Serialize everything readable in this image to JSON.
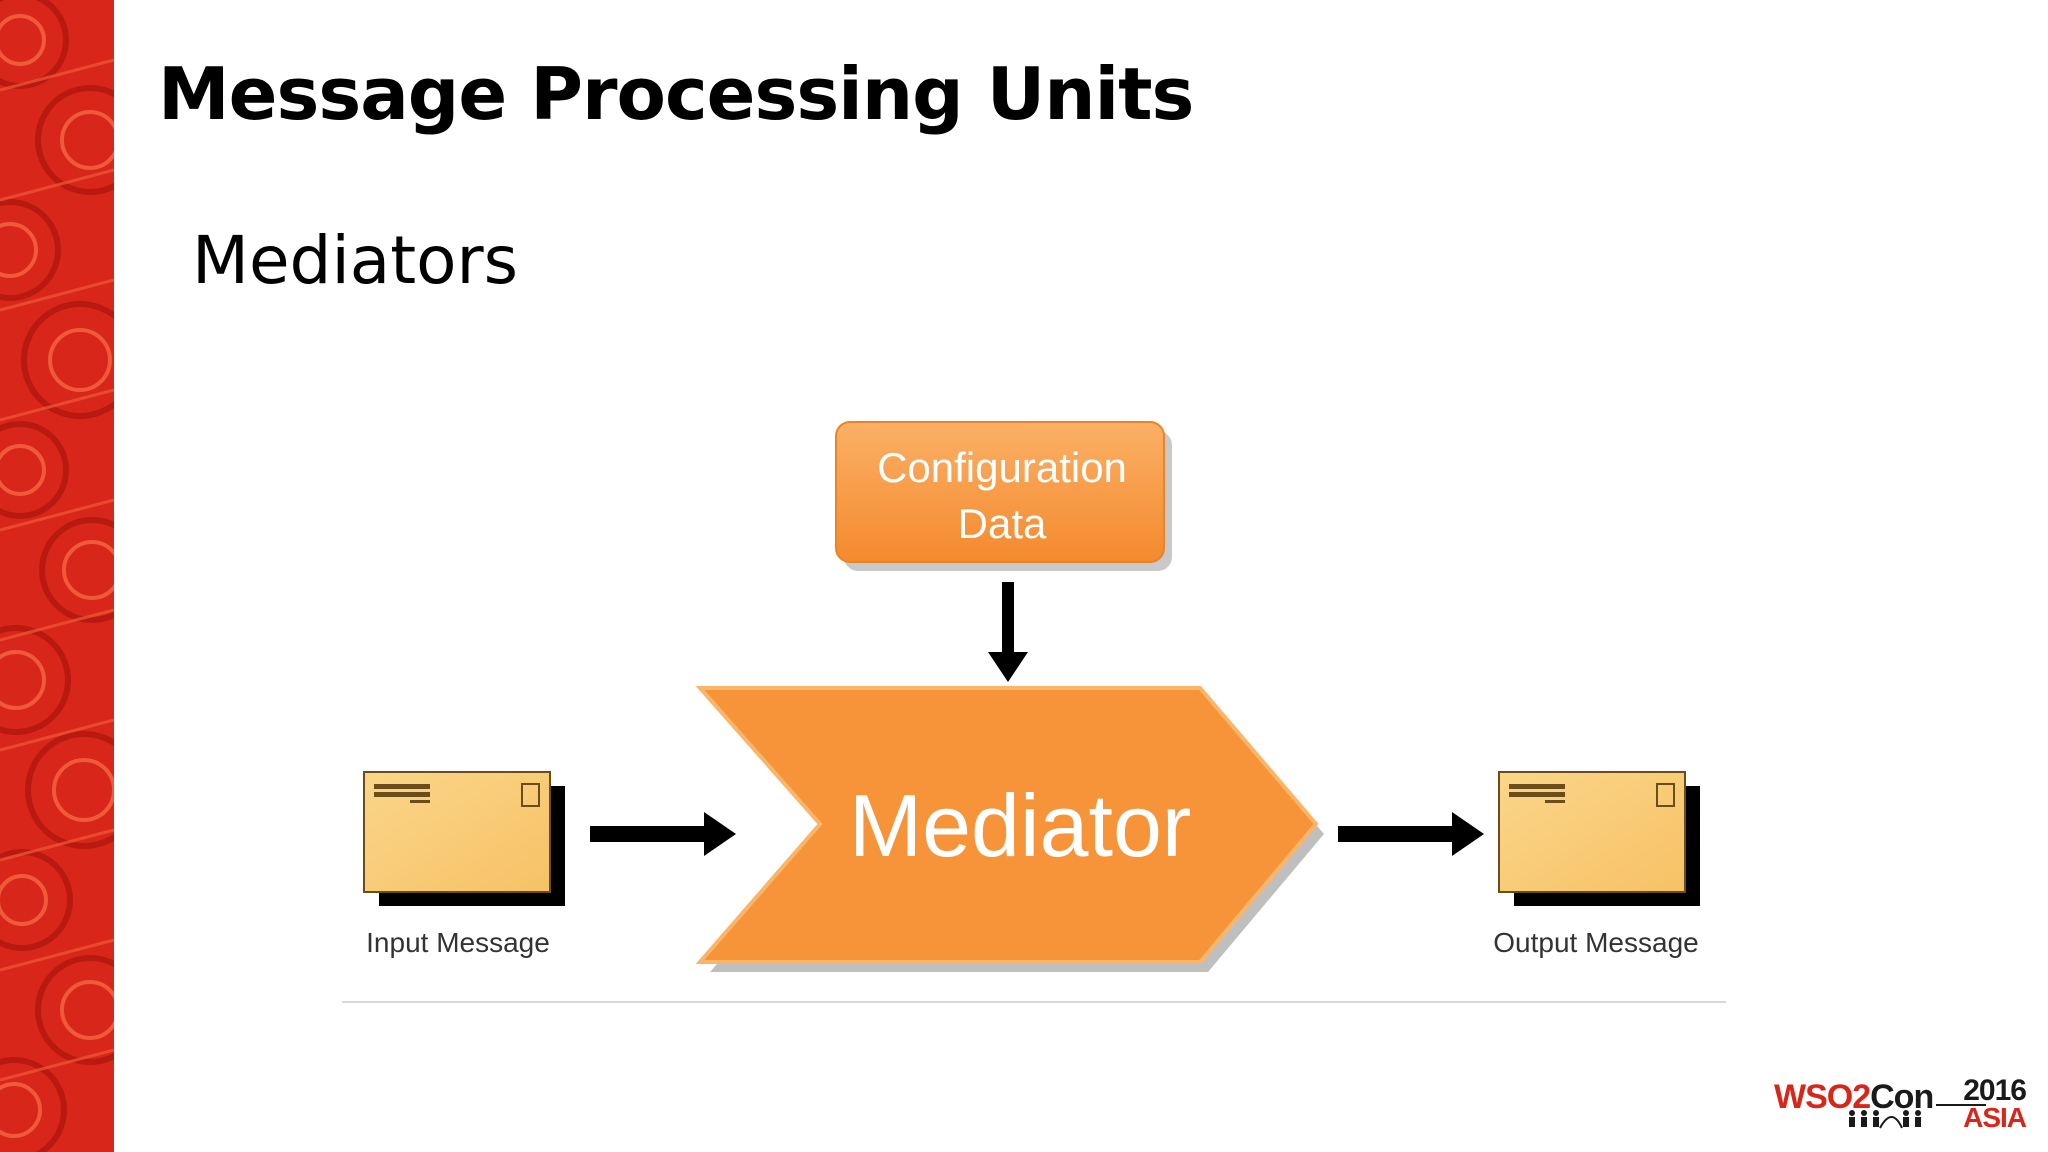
{
  "slide": {
    "title": "Message Processing Units",
    "subtitle": "Mediators"
  },
  "diagram": {
    "config_box": {
      "line1": "Configuration",
      "line2": "Data"
    },
    "mediator_label": "Mediator",
    "input_label": "Input Message",
    "output_label": "Output Message"
  },
  "logo": {
    "brand_part1": "WSO2",
    "brand_part2": "Con",
    "year": "2016",
    "region": "ASIA"
  },
  "colors": {
    "brand_red": "#d8261b",
    "orange": "#f7943a",
    "envelope": "#f8c771"
  }
}
